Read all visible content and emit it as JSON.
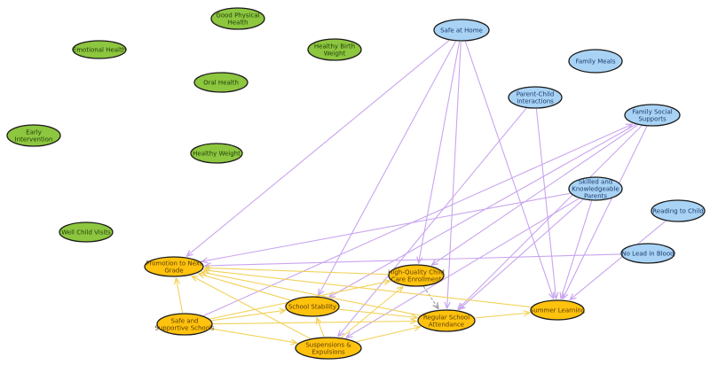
{
  "colors": {
    "health_fill": "#8dc63f",
    "health_text": "#1f3d0a",
    "family_fill": "#a9d3f5",
    "family_text": "#1b3a6b",
    "school_fill": "#ffc20e",
    "school_text": "#5a3e00",
    "family_edge": "#c9a5ee",
    "school_edge": "#f2d25a",
    "dashed_edge": "#9a9a9a",
    "background": "#ffffff"
  },
  "nodes": [
    {
      "id": "good-physical-health",
      "group": "health",
      "lines": [
        "Good Physical",
        "Health"
      ]
    },
    {
      "id": "emotional-health",
      "group": "health",
      "lines": [
        "Emotional Health"
      ]
    },
    {
      "id": "healthy-birth-weight",
      "group": "health",
      "lines": [
        "Healthy Birth",
        "Weight"
      ]
    },
    {
      "id": "oral-health",
      "group": "health",
      "lines": [
        "Oral Health"
      ]
    },
    {
      "id": "early-intervention",
      "group": "health",
      "lines": [
        "Early",
        "Intervention"
      ]
    },
    {
      "id": "healthy-weight",
      "group": "health",
      "lines": [
        "Healthy Weight"
      ]
    },
    {
      "id": "well-child-visits",
      "group": "health",
      "lines": [
        "Well Child Visits"
      ]
    },
    {
      "id": "safe-at-home",
      "group": "family",
      "lines": [
        "Safe at Home"
      ]
    },
    {
      "id": "family-meals",
      "group": "family",
      "lines": [
        "Family Meals"
      ]
    },
    {
      "id": "parent-child-interactions",
      "group": "family",
      "lines": [
        "Parent-Child",
        "Interactions"
      ]
    },
    {
      "id": "family-social-supports",
      "group": "family",
      "lines": [
        "Family Social",
        "Supports"
      ]
    },
    {
      "id": "skilled-knowledgeable-parents",
      "group": "family",
      "lines": [
        "Skilled and",
        "Knowledgeable",
        "Parents"
      ]
    },
    {
      "id": "reading-to-child",
      "group": "family",
      "lines": [
        "Reading to Child"
      ]
    },
    {
      "id": "no-lead-in-blood",
      "group": "family",
      "lines": [
        "No Lead in Blood"
      ]
    },
    {
      "id": "promotion-next-grade",
      "group": "school",
      "lines": [
        "Promotion to Next",
        "Grade"
      ]
    },
    {
      "id": "high-quality-child-care",
      "group": "school",
      "lines": [
        "High-Quality Child",
        "Care Enrollment"
      ]
    },
    {
      "id": "school-stability",
      "group": "school",
      "lines": [
        "School Stability"
      ]
    },
    {
      "id": "safe-supportive-schools",
      "group": "school",
      "lines": [
        "Safe and",
        "Supportive Schools"
      ]
    },
    {
      "id": "regular-school-attendance",
      "group": "school",
      "lines": [
        "Regular School",
        "Attendance"
      ]
    },
    {
      "id": "summer-learning",
      "group": "school",
      "lines": [
        "Summer Learning"
      ]
    },
    {
      "id": "suspensions-expulsions",
      "group": "school",
      "lines": [
        "Suspensions &",
        "Expulsions"
      ]
    }
  ],
  "edges": [
    {
      "from": "safe-at-home",
      "to": "promotion-next-grade",
      "kind": "family"
    },
    {
      "from": "safe-at-home",
      "to": "school-stability",
      "kind": "family"
    },
    {
      "from": "safe-at-home",
      "to": "high-quality-child-care",
      "kind": "family"
    },
    {
      "from": "safe-at-home",
      "to": "regular-school-attendance",
      "kind": "family"
    },
    {
      "from": "safe-at-home",
      "to": "summer-learning",
      "kind": "family"
    },
    {
      "from": "parent-child-interactions",
      "to": "summer-learning",
      "kind": "family"
    },
    {
      "from": "parent-child-interactions",
      "to": "suspensions-expulsions",
      "kind": "family"
    },
    {
      "from": "family-social-supports",
      "to": "summer-learning",
      "kind": "family"
    },
    {
      "from": "family-social-supports",
      "to": "regular-school-attendance",
      "kind": "family"
    },
    {
      "from": "family-social-supports",
      "to": "school-stability",
      "kind": "family"
    },
    {
      "from": "family-social-supports",
      "to": "high-quality-child-care",
      "kind": "family"
    },
    {
      "from": "skilled-knowledgeable-parents",
      "to": "promotion-next-grade",
      "kind": "family"
    },
    {
      "from": "skilled-knowledgeable-parents",
      "to": "summer-learning",
      "kind": "family"
    },
    {
      "from": "skilled-knowledgeable-parents",
      "to": "regular-school-attendance",
      "kind": "family"
    },
    {
      "from": "skilled-knowledgeable-parents",
      "to": "suspensions-expulsions",
      "kind": "family"
    },
    {
      "from": "safe-supportive-schools",
      "to": "family-social-supports",
      "kind": "family"
    },
    {
      "from": "no-lead-in-blood",
      "to": "promotion-next-grade",
      "kind": "family"
    },
    {
      "from": "reading-to-child",
      "to": "summer-learning",
      "kind": "family"
    },
    {
      "from": "high-quality-child-care",
      "to": "regular-school-attendance",
      "kind": "dashed"
    },
    {
      "from": "safe-supportive-schools",
      "to": "promotion-next-grade",
      "kind": "school"
    },
    {
      "from": "safe-supportive-schools",
      "to": "school-stability",
      "kind": "school"
    },
    {
      "from": "safe-supportive-schools",
      "to": "suspensions-expulsions",
      "kind": "school"
    },
    {
      "from": "safe-supportive-schools",
      "to": "regular-school-attendance",
      "kind": "school"
    },
    {
      "from": "safe-supportive-schools",
      "to": "high-quality-child-care",
      "kind": "school"
    },
    {
      "from": "school-stability",
      "to": "promotion-next-grade",
      "kind": "school"
    },
    {
      "from": "school-stability",
      "to": "regular-school-attendance",
      "kind": "school"
    },
    {
      "from": "suspensions-expulsions",
      "to": "promotion-next-grade",
      "kind": "school"
    },
    {
      "from": "suspensions-expulsions",
      "to": "school-stability",
      "kind": "school"
    },
    {
      "from": "suspensions-expulsions",
      "to": "regular-school-attendance",
      "kind": "school"
    },
    {
      "from": "suspensions-expulsions",
      "to": "high-quality-child-care",
      "kind": "school"
    },
    {
      "from": "regular-school-attendance",
      "to": "promotion-next-grade",
      "kind": "school"
    },
    {
      "from": "regular-school-attendance",
      "to": "summer-learning",
      "kind": "school"
    },
    {
      "from": "summer-learning",
      "to": "promotion-next-grade",
      "kind": "school"
    },
    {
      "from": "high-quality-child-care",
      "to": "promotion-next-grade",
      "kind": "school"
    }
  ]
}
